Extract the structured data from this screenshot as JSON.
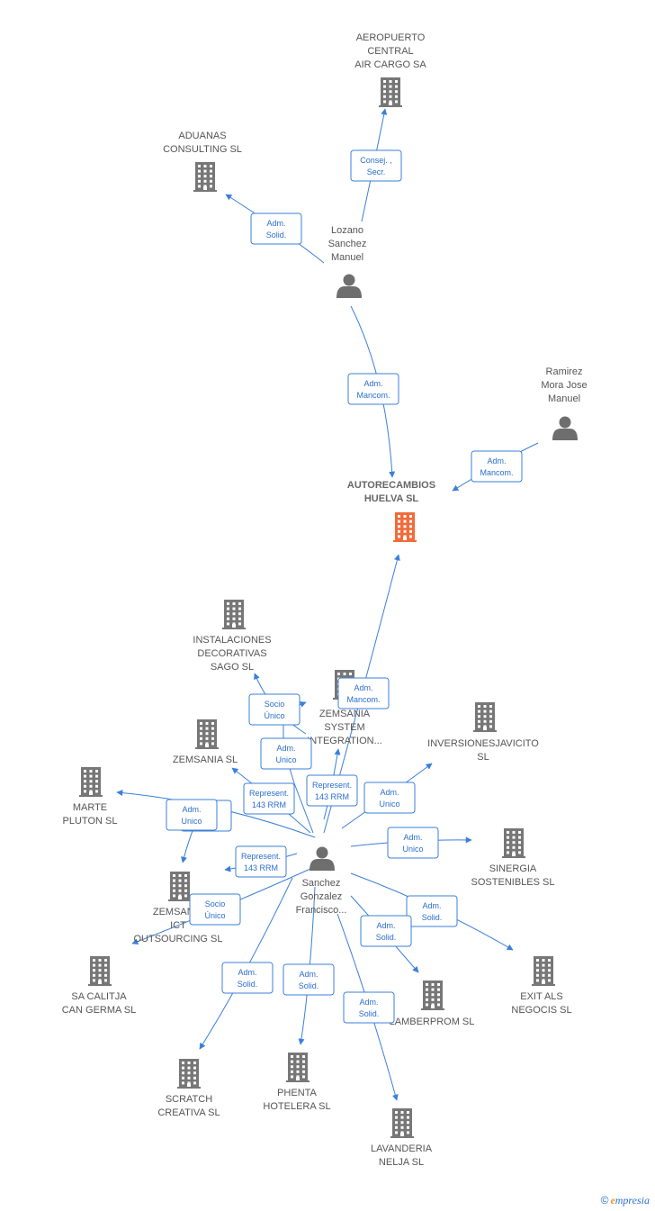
{
  "colors": {
    "edge": "#3b7fd9",
    "company": "#777777",
    "main_company": "#f26b3a",
    "person": "#6e6e6e"
  },
  "companies": [
    {
      "id": "aeropuerto",
      "lines": [
        "AEROPUERTO",
        "CENTRAL",
        "AIR CARGO SA"
      ],
      "icon": "building-icon"
    },
    {
      "id": "aduanas",
      "lines": [
        "ADUANAS",
        "CONSULTING SL"
      ],
      "icon": "building-icon"
    },
    {
      "id": "autorecambios",
      "lines": [
        "AUTORECAMBIOS",
        "HUELVA SL"
      ],
      "icon": "building-icon",
      "main": true
    },
    {
      "id": "instalaciones",
      "lines": [
        "INSTALACIONES",
        "DECORATIVAS",
        "SAGO SL"
      ],
      "icon": "building-icon"
    },
    {
      "id": "zemsania_system",
      "lines": [
        "ZEMSANIA",
        "SYSTEM",
        "INTEGRATION..."
      ],
      "icon": "building-icon"
    },
    {
      "id": "inversiones",
      "lines": [
        "INVERSIONESJAVICITO",
        "SL"
      ],
      "icon": "building-icon"
    },
    {
      "id": "zemsania",
      "lines": [
        "ZEMSANIA SL"
      ],
      "icon": "building-icon"
    },
    {
      "id": "marte",
      "lines": [
        "MARTE",
        "PLUTON SL"
      ],
      "icon": "building-icon"
    },
    {
      "id": "zemsania_ict",
      "lines": [
        "ZEMSANIA",
        "ICT",
        "OUTSOURCING SL"
      ],
      "icon": "building-icon"
    },
    {
      "id": "sinergia",
      "lines": [
        "SINERGIA",
        "SOSTENIBLES SL"
      ],
      "icon": "building-icon"
    },
    {
      "id": "sa_calitja",
      "lines": [
        "SA CALITJA",
        "CAN GERMA SL"
      ],
      "icon": "building-icon"
    },
    {
      "id": "exit_als",
      "lines": [
        "EXIT ALS",
        "NEGOCIS SL"
      ],
      "icon": "building-icon"
    },
    {
      "id": "lamberprom",
      "lines": [
        "LAMBERPROM SL"
      ],
      "icon": "building-icon"
    },
    {
      "id": "scratch",
      "lines": [
        "SCRATCH",
        "CREATIVA SL"
      ],
      "icon": "building-icon"
    },
    {
      "id": "phenta",
      "lines": [
        "PHENTA",
        "HOTELERA SL"
      ],
      "icon": "building-icon"
    },
    {
      "id": "lavanderia",
      "lines": [
        "LAVANDERIA",
        "NELJA SL"
      ],
      "icon": "building-icon"
    }
  ],
  "persons": [
    {
      "id": "lozano",
      "lines": [
        "Lozano",
        "Sanchez",
        "Manuel"
      ],
      "icon": "person-icon"
    },
    {
      "id": "ramirez",
      "lines": [
        "Ramirez",
        "Mora Jose",
        "Manuel"
      ],
      "icon": "person-icon"
    },
    {
      "id": "sanchez",
      "lines": [
        "Sanchez",
        "Gonzalez",
        "Francisco..."
      ],
      "icon": "person-icon"
    }
  ],
  "edges": [
    {
      "from": "lozano",
      "to": "aeropuerto",
      "label": [
        "Consej. ,",
        "Secr."
      ]
    },
    {
      "from": "lozano",
      "to": "aduanas",
      "label": [
        "Adm.",
        "Solid."
      ]
    },
    {
      "from": "lozano",
      "to": "autorecambios",
      "label": [
        "Adm.",
        "Mancom."
      ]
    },
    {
      "from": "ramirez",
      "to": "autorecambios",
      "label": [
        "Adm.",
        "Mancom."
      ]
    },
    {
      "from": "sanchez",
      "to": "autorecambios",
      "label": [
        "Adm.",
        "Mancom."
      ]
    },
    {
      "from": "sanchez",
      "to": "instalaciones",
      "label": [
        "Socio",
        "Único"
      ]
    },
    {
      "from": "sanchez",
      "to": "zemsania_system",
      "label": [
        "Represent.",
        "143 RRM"
      ]
    },
    {
      "from": "sanchez",
      "to": "inversiones",
      "label": [
        "Adm.",
        "Unico"
      ]
    },
    {
      "from": "sanchez",
      "to": "zemsania",
      "label": [
        "Represent.",
        "143 RRM"
      ]
    },
    {
      "from": "sanchez",
      "to": "zemsania_system",
      "label": [
        "Adm.",
        "Unico"
      ]
    },
    {
      "from": "sanchez",
      "to": "marte",
      "label": [
        "Adm.",
        "Unico"
      ]
    },
    {
      "from": "sanchez",
      "to": "zemsania_ict",
      "label": [
        "Adm.",
        "Unico"
      ]
    },
    {
      "from": "sanchez",
      "to": "zemsania_ict",
      "label": [
        "Represent.",
        "143 RRM"
      ]
    },
    {
      "from": "sanchez",
      "to": "sinergia",
      "label": [
        "Adm.",
        "Unico"
      ]
    },
    {
      "from": "sanchez",
      "to": "sa_calitja",
      "label": [
        "Socio",
        "Único"
      ]
    },
    {
      "from": "sanchez",
      "to": "exit_als",
      "label": [
        "Adm.",
        "Solid."
      ]
    },
    {
      "from": "sanchez",
      "to": "lamberprom",
      "label": [
        "Adm.",
        "Solid."
      ]
    },
    {
      "from": "sanchez",
      "to": "scratch",
      "label": [
        "Adm.",
        "Solid."
      ]
    },
    {
      "from": "sanchez",
      "to": "phenta",
      "label": [
        "Adm.",
        "Solid."
      ]
    },
    {
      "from": "sanchez",
      "to": "lavanderia",
      "label": [
        "Adm.",
        "Solid."
      ]
    }
  ],
  "footer": {
    "copyright": "©",
    "brand_initial": "e",
    "brand_rest": "mpresia"
  }
}
